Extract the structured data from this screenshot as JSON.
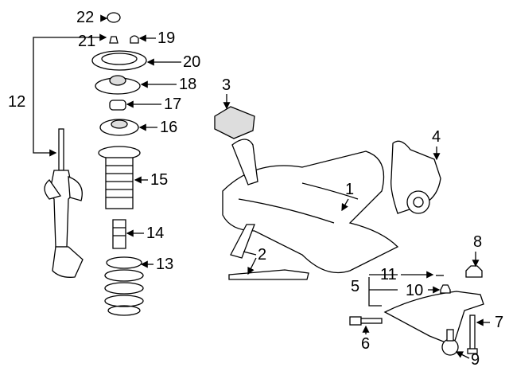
{
  "diagram": {
    "title": "Front suspension components",
    "callouts": [
      "22",
      "21",
      "19",
      "20",
      "18",
      "17",
      "16",
      "12",
      "15",
      "14",
      "13",
      "3",
      "4",
      "1",
      "2",
      "8",
      "11",
      "10",
      "5",
      "7",
      "6",
      "9"
    ]
  }
}
